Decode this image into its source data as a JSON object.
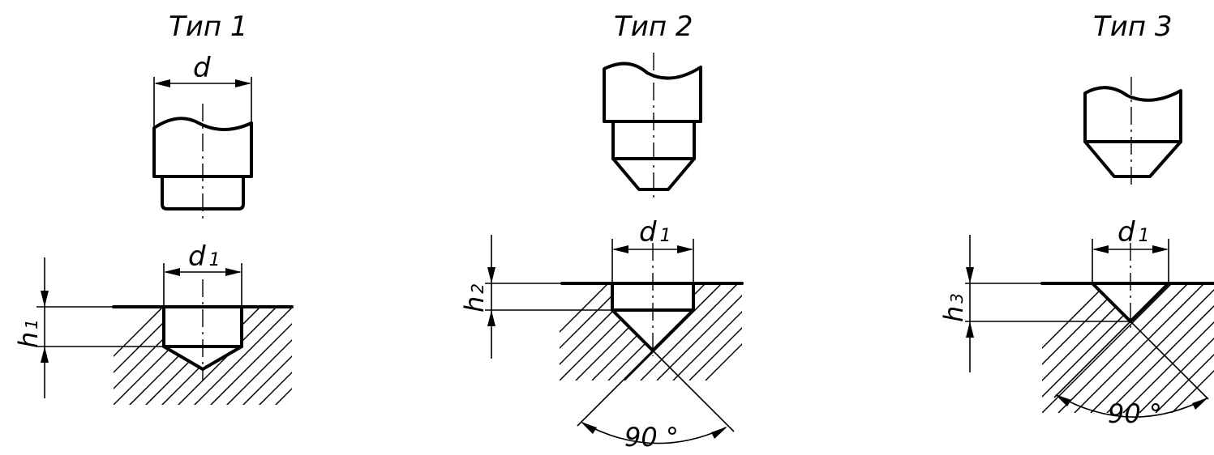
{
  "diagram": {
    "colors": {
      "line": "#000000",
      "background": "#ffffff"
    },
    "types": [
      {
        "title": "Тип 1",
        "dim_d": "d",
        "dim_d1": "d",
        "dim_d1_sub": "1",
        "dim_h": "h",
        "dim_h_sub": "1"
      },
      {
        "title": "Тип 2",
        "dim_d1": "d",
        "dim_d1_sub": "1",
        "dim_h": "h",
        "dim_h_sub": "2",
        "angle": "90 °"
      },
      {
        "title": "Тип 3",
        "dim_d1": "d",
        "dim_d1_sub": "1",
        "dim_h": "h",
        "dim_h_sub": "3",
        "angle": "90 °"
      }
    ]
  }
}
